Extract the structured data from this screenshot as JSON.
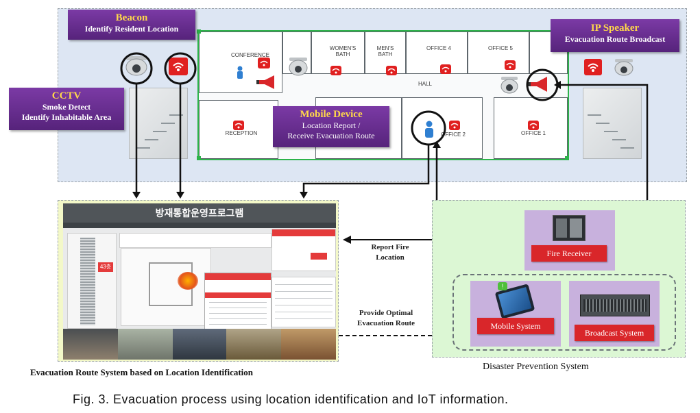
{
  "callouts": {
    "beacon": {
      "title": "Beacon",
      "desc": "Identify Resident Location"
    },
    "cctv": {
      "title": "CCTV",
      "line1": "Smoke Detect",
      "line2": "Identify Inhabitable Area"
    },
    "mobile": {
      "title": "Mobile Device",
      "line1": "Location Report /",
      "line2": "Receive Evacuation Route"
    },
    "speaker": {
      "title": "IP Speaker",
      "desc": "Evacuation Route Broadcast"
    }
  },
  "rooms": {
    "conference": "CONFERENCE",
    "womens_bath": "WOMEN'S BATH",
    "mens_bath": "MEN'S BATH",
    "office4": "OFFICE 4",
    "office5": "OFFICE 5",
    "hall": "HALL",
    "reception": "RECEPTION",
    "office1": "OFFICE 1",
    "office2": "OFFICE 2"
  },
  "software": {
    "app_title": "방재통합운영프로그램",
    "floor_badge": "43층"
  },
  "disaster": {
    "fire_receiver": "Fire Receiver",
    "mobile_system": "Mobile System",
    "broadcast_system": "Broadcast System"
  },
  "arrows": {
    "report_fire": {
      "line1": "Report Fire",
      "line2": "Location"
    },
    "provide_route": {
      "line1": "Provide Optimal",
      "line2": "Evacuation Route"
    }
  },
  "captions": {
    "left": "Evacuation Route System based on Location Identification",
    "right": "Disaster Prevention System",
    "figure": "Fig. 3. Evacuation process using location identification and IoT information."
  },
  "colors": {
    "accent_purple": "#6a2d95",
    "accent_red": "#e02020",
    "floor_border": "#2db34a"
  }
}
